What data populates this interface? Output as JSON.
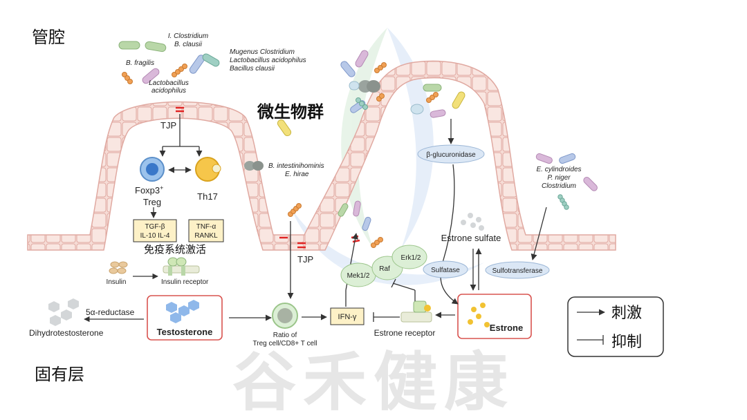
{
  "regions": {
    "lumen": "管腔",
    "lamina_propria": "固有层"
  },
  "labels": {
    "microbiota": "微生物群",
    "immune_activation": "免疫系统激活",
    "tjp_left": "TJP",
    "tjp_mid": "TJP",
    "foxp3": "Foxp3",
    "foxp3_sup": "+",
    "treg": "Treg",
    "th17": "Th17",
    "treg_cytokines_1": "TGF-β",
    "treg_cytokines_2": "IL-10 IL-4",
    "th17_cytokines_1": "TNF-α",
    "th17_cytokines_2": "RANKL",
    "insulin": "Insulin",
    "insulin_receptor": "Insulin receptor",
    "reductase": "5α-reductase",
    "dht": "Dihydrotestosterone",
    "testosterone": "Testosterone",
    "ratio_1": "Ratio of",
    "ratio_2": "Treg cell/CD8+ T cell",
    "ifn": "IFN-γ",
    "estrone_receptor": "Estrone receptor",
    "estrone": "Estrone",
    "mek": "Mek1/2",
    "raf": "Raf",
    "erk": "Erk1/2",
    "glucuronidase": "β-glucuronidase",
    "estrone_sulfate": "Estrone sulfate",
    "sulfatase": "Sulfatase",
    "sulfotransferase": "Sulfotransferase"
  },
  "bacteria_labels": {
    "b_fragilis": "B. fragilis",
    "i_clostridium": "I. Clostridium",
    "b_clausii": "B. clausii",
    "mugenus_1": "Mugenus Clostridium",
    "mugenus_2": "Lactobacillus acidophilus",
    "mugenus_3": "Bacillus clausii",
    "lacto_1": "Lactobacillus",
    "lacto_2": "acidophilus",
    "intest_1": "B. intestinihominis",
    "intest_2": "E. hirae",
    "ecyl_1": "E. cylindroides",
    "ecyl_2": "P. niger",
    "ecyl_3": "Clostridium"
  },
  "legend": {
    "stimulate": "刺激",
    "inhibit": "抑制"
  },
  "watermark": "谷禾健康",
  "colors": {
    "epithelium_fill": "#f6dcd6",
    "epithelium_stroke": "#e0a9a1",
    "box_red": "#d9534f",
    "cytokine_fill": "#fdf1c7",
    "ellipse_blue": "#dbe7f5",
    "pathway_green": "#dcefd6"
  }
}
